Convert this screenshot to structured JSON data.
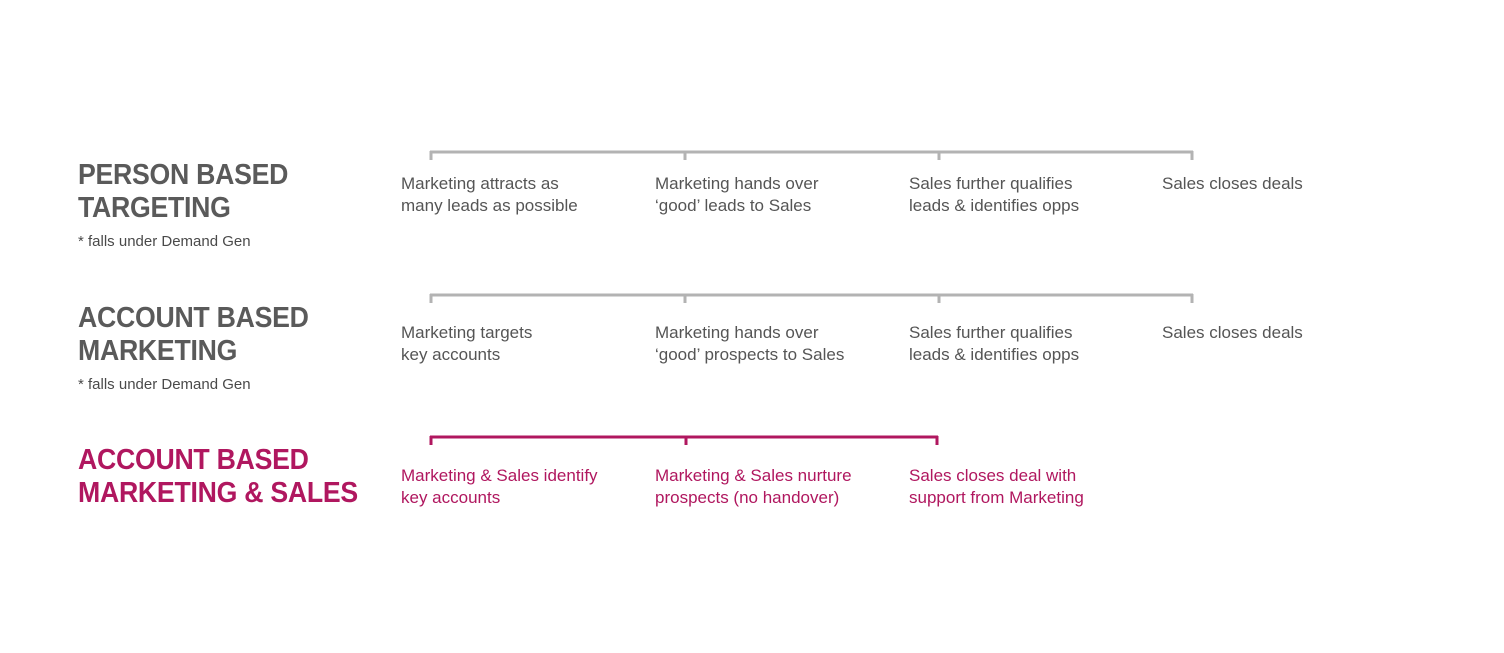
{
  "colors": {
    "gray_line": "#b3b3b3",
    "gray_title": "#5a5a5a",
    "gray_text": "#555555",
    "accent": "#b0175f"
  },
  "rows": [
    {
      "title_lines": [
        "PERSON BASED",
        "TARGETING"
      ],
      "note": "* falls under Demand Gen",
      "steps": [
        {
          "lines": [
            "Marketing attracts as",
            "many leads as possible"
          ]
        },
        {
          "lines": [
            "Marketing hands over",
            "‘good’ leads to Sales"
          ]
        },
        {
          "lines": [
            "Sales further qualifies",
            "leads & identifies opps"
          ]
        },
        {
          "lines": [
            "Sales closes deals"
          ]
        }
      ]
    },
    {
      "title_lines": [
        "ACCOUNT BASED",
        "MARKETING"
      ],
      "note": "* falls under Demand Gen",
      "steps": [
        {
          "lines": [
            "Marketing targets",
            "key accounts"
          ]
        },
        {
          "lines": [
            "Marketing hands over",
            "‘good’ prospects to Sales"
          ]
        },
        {
          "lines": [
            "Sales further qualifies",
            "leads & identifies opps"
          ]
        },
        {
          "lines": [
            "Sales closes deals"
          ]
        }
      ]
    },
    {
      "title_lines": [
        "ACCOUNT BASED",
        "MARKETING & SALES"
      ],
      "note": "",
      "steps": [
        {
          "lines": [
            "Marketing & Sales identify",
            "key accounts"
          ]
        },
        {
          "lines": [
            "Marketing & Sales nurture",
            "prospects (no handover)"
          ]
        },
        {
          "lines": [
            "Sales closes deal with",
            "support from Marketing"
          ]
        }
      ]
    }
  ]
}
